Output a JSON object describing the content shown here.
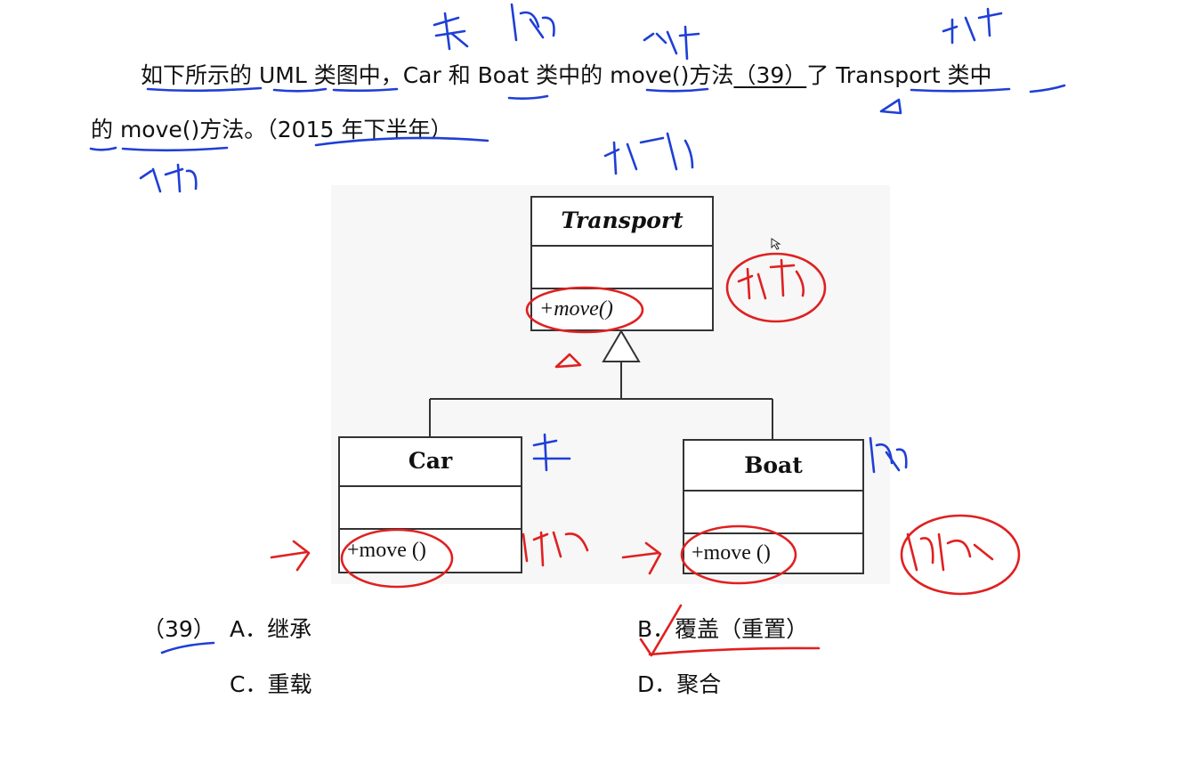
{
  "question": {
    "line1": {
      "p1": "如下所示的 UML 类图中，Car 和 Boat 类中的 move()方法",
      "blank": " （39） ",
      "p2": "了 Transport 类中"
    },
    "line2": "的 move()方法。（2015 年下半年）"
  },
  "diagram": {
    "parent": {
      "name": "Transport",
      "operation": "+move()"
    },
    "children": [
      {
        "name": "Car",
        "operation": "+move ()"
      },
      {
        "name": "Boat",
        "operation": "+move ()"
      }
    ]
  },
  "options": {
    "number": "（39）",
    "A": "A．继承",
    "B": "B．覆盖（重置）",
    "C": "C．重载",
    "D": "D．聚合"
  },
  "colors": {
    "blue_ink": "#1f3fd6",
    "red_ink": "#e02020"
  }
}
